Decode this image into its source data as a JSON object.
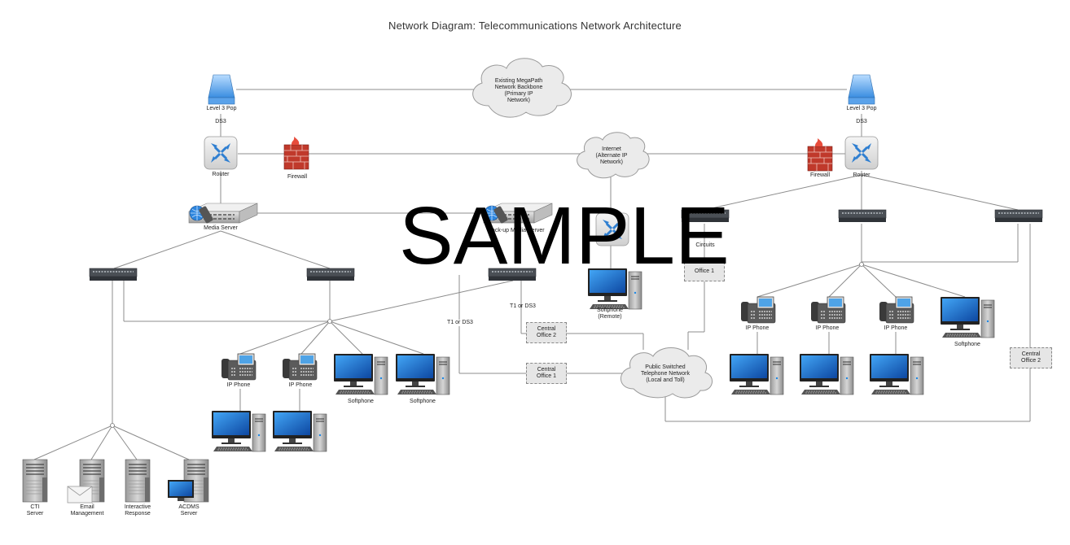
{
  "title": "Network Diagram: Telecommunications Network Architecture",
  "watermark": "SAMPLE",
  "labels": {
    "level3_left": "Level 3 Pop",
    "ds3_left": "DS3",
    "router_left": "Router",
    "firewall_left": "Firewall",
    "backbone": "Existing MegaPath\nNetwork Backbone\n(Primary IP\nNetwork)",
    "internet": "Internet\n(Alternate IP\nNetwork)",
    "level3_right": "Level 3 Pop",
    "ds3_right": "DS3",
    "firewall_right": "Firewall",
    "router_right": "Router",
    "media_server": "Media Server",
    "backup_media_server": "Back-up Media Server",
    "circuits": "Circuits",
    "office1_right": "Office 1",
    "t1_ds3_a": "T1 or DS3",
    "t1_ds3_b": "T1 or DS3",
    "central_office_2a": "Central\nOffice 2",
    "central_office_1a": "Central\nOffice 1",
    "central_office_2b": "Central\nOffice 2",
    "pstn": "Public Switched\nTelephone Network\n(Local and Toll)",
    "softphone_remote": "Softphone\n(Remote)",
    "ip_phone": "IP Phone",
    "softphone": "Softphone",
    "cti_server": "CTI\nServer",
    "email_mgmt": "Email\nManagement",
    "ivr": "Interactive\nResponse",
    "acdms": "ACDMS\nServer"
  },
  "colors": {
    "line": "#8c8c8c",
    "cloud": "#e9e9e9",
    "cloud_stroke": "#9a9a9a",
    "router_blue": "#2f7fd1",
    "firewall_red": "#c0392b",
    "monitor_blue": "#1e88e5",
    "tower_grey": "#7a7a7a",
    "switch_dark": "#4a4f55"
  }
}
